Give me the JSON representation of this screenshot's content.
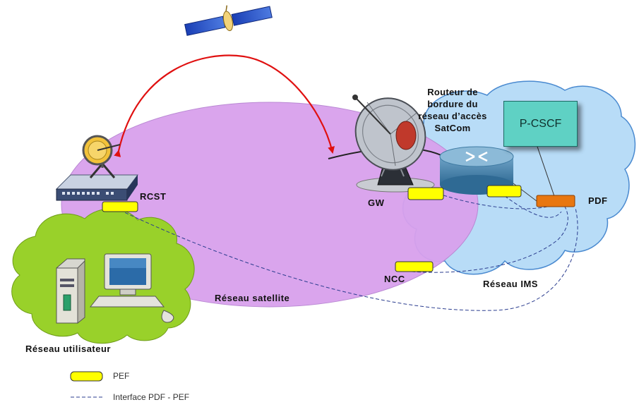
{
  "labels": {
    "rcst": "RCST",
    "gw": "GW",
    "router": [
      "Routeur de",
      "bordure du",
      "réseau d’accès",
      "SatCom"
    ],
    "pcscf": "P-CSCF",
    "pdf": "PDF",
    "ncc": "NCC",
    "ims_network": "Réseau IMS",
    "satellite_network": "Réseau satellite",
    "user_network": "Réseau utilisateur"
  },
  "legend": {
    "pef": "PEF",
    "interface": "Interface PDF - PEF"
  },
  "colors": {
    "satellite_network": "#d8a0ec",
    "ims_cloud": "#b8dcf7",
    "user_cloud": "#99d12a",
    "pef": "#ffff00",
    "pdf": "#e87710",
    "pcscf": "#5fd1c4",
    "link_arrow": "#e01010",
    "interface_line": "#2b3d8f"
  },
  "icons": [
    "satellite-icon",
    "dish-antenna-icon",
    "router-icon",
    "modem-icon",
    "vsat-antenna-icon",
    "server-icon",
    "computer-icon"
  ]
}
